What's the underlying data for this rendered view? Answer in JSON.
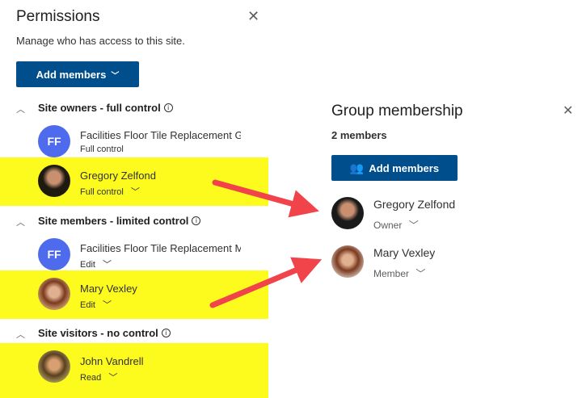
{
  "permissions": {
    "title": "Permissions",
    "subtitle": "Manage who has access to this site.",
    "add_button": "Add members",
    "sections": [
      {
        "label": "Site owners - full control",
        "members": [
          {
            "initials": "FF",
            "name": "Facilities Floor Tile Replacement G",
            "role": "Full control"
          },
          {
            "name": "Gregory Zelfond",
            "role": "Full control",
            "highlighted": true
          }
        ]
      },
      {
        "label": "Site members - limited control",
        "members": [
          {
            "initials": "FF",
            "name": "Facilities Floor Tile Replacement M",
            "role": "Edit"
          },
          {
            "name": "Mary Vexley",
            "role": "Edit",
            "highlighted": true
          }
        ]
      },
      {
        "label": "Site visitors - no control",
        "members": [
          {
            "name": "John Vandrell",
            "role": "Read",
            "highlighted": true
          }
        ]
      }
    ]
  },
  "group": {
    "title": "Group membership",
    "count": "2 members",
    "add_button": "Add members",
    "members": [
      {
        "name": "Gregory Zelfond",
        "role": "Owner"
      },
      {
        "name": "Mary Vexley",
        "role": "Member"
      }
    ]
  },
  "colors": {
    "highlight": "#fdfb1d",
    "button": "#004e8c",
    "arrow": "#f0434a",
    "initials_avatar": "#4f6bed"
  }
}
